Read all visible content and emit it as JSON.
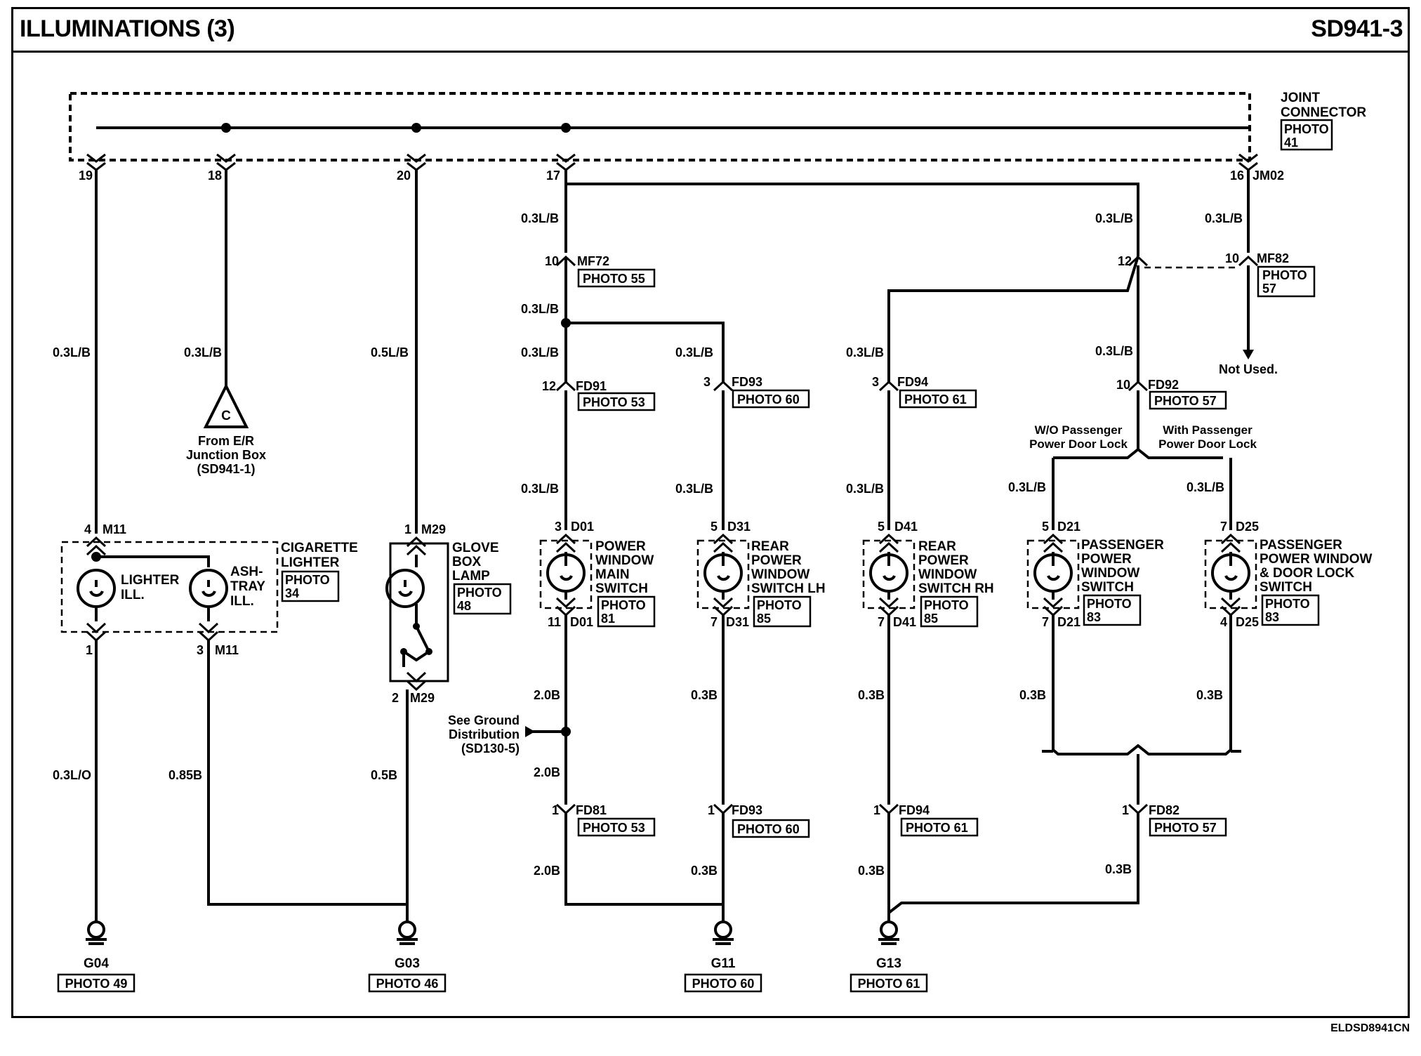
{
  "title": "ILLUMINATIONS (3)",
  "code": "SD941-3",
  "footer": "ELDSD8941CN",
  "joint_connector": {
    "label1": "JOINT",
    "label2": "CONNECTOR",
    "photo": "PHOTO",
    "photo_num": "41",
    "connector": "JM02"
  },
  "top_pins": [
    "19",
    "18",
    "20",
    "17",
    "16"
  ],
  "wires": {
    "w03lb": "0.3L/B",
    "w05lb": "0.5L/B",
    "w03lo": "0.3L/O",
    "w085b": "0.85B",
    "w05b": "0.5B",
    "w20b": "2.0B",
    "w03b": "0.3B"
  },
  "connectors": {
    "mf72": {
      "pin": "10",
      "name": "MF72",
      "photo": "PHOTO 55"
    },
    "mf82": {
      "pin": "10",
      "name": "MF82",
      "photo": "PHOTO",
      "photo_num": "57"
    },
    "fd91": {
      "pin": "12",
      "name": "FD91",
      "photo": "PHOTO 53"
    },
    "fd93": {
      "pin": "3",
      "name": "FD93",
      "photo": "PHOTO 60"
    },
    "fd94": {
      "pin": "3",
      "name": "FD94",
      "photo": "PHOTO 61"
    },
    "fd92": {
      "pin": "10",
      "name": "FD92",
      "photo": "PHOTO 57"
    },
    "splice12": "12",
    "fd81": {
      "pin": "1",
      "name": "FD81",
      "photo": "PHOTO 53"
    },
    "fd93b": {
      "pin": "1",
      "name": "FD93",
      "photo": "PHOTO 60"
    },
    "fd94b": {
      "pin": "1",
      "name": "FD94",
      "photo": "PHOTO 61"
    },
    "fd82": {
      "pin": "1",
      "name": "FD82",
      "photo": "PHOTO 57"
    }
  },
  "from_er": {
    "letter": "C",
    "line1": "From E/R",
    "line2": "Junction Box",
    "line3": "(SD941-1)"
  },
  "not_used": "Not Used.",
  "options": {
    "wo": [
      "W/O Passenger",
      "Power Door Lock"
    ],
    "with": [
      "With Passenger",
      "Power Door Lock"
    ]
  },
  "ground_ref": [
    "See Ground",
    "Distribution",
    "(SD130-5)"
  ],
  "cig": {
    "pin_top": "4",
    "conn_top": "M11",
    "pin_b1": "1",
    "pin_b2": "3",
    "conn_b": "M11",
    "title1": "CIGARETTE",
    "title2": "LIGHTER",
    "photo": "PHOTO",
    "photo_num": "34",
    "lamp1_a": "LIGHTER",
    "lamp1_b": "ILL.",
    "lamp2_a": "ASH-",
    "lamp2_b": "TRAY",
    "lamp2_c": "ILL."
  },
  "glove": {
    "pin_top": "1",
    "conn_top": "M29",
    "pin_bot": "2",
    "conn_bot": "M29",
    "l1": "GLOVE",
    "l2": "BOX",
    "l3": "LAMP",
    "photo": "PHOTO",
    "photo_num": "48"
  },
  "switches": [
    {
      "pin_top": "3",
      "conn": "D01",
      "pin_bot": "11",
      "lines": [
        "POWER",
        "WINDOW",
        "MAIN",
        "SWITCH"
      ],
      "photo": "PHOTO",
      "photo_num": "81"
    },
    {
      "pin_top": "5",
      "conn": "D31",
      "pin_bot": "7",
      "lines": [
        "REAR",
        "POWER",
        "WINDOW",
        "SWITCH LH"
      ],
      "photo": "PHOTO",
      "photo_num": "85"
    },
    {
      "pin_top": "5",
      "conn": "D41",
      "pin_bot": "7",
      "lines": [
        "REAR",
        "POWER",
        "WINDOW",
        "SWITCH RH"
      ],
      "photo": "PHOTO",
      "photo_num": "85"
    },
    {
      "pin_top": "5",
      "conn": "D21",
      "pin_bot": "7",
      "lines": [
        "PASSENGER",
        "POWER",
        "WINDOW",
        "SWITCH"
      ],
      "photo": "PHOTO",
      "photo_num": "83"
    },
    {
      "pin_top": "7",
      "conn": "D25",
      "pin_bot": "4",
      "lines": [
        "PASSENGER",
        "POWER WINDOW",
        "& DOOR LOCK",
        "SWITCH"
      ],
      "photo": "PHOTO",
      "photo_num": "83"
    }
  ],
  "grounds": [
    {
      "name": "G04",
      "photo": "PHOTO 49"
    },
    {
      "name": "G03",
      "photo": "PHOTO 46"
    },
    {
      "name": "G11",
      "photo": "PHOTO 60"
    },
    {
      "name": "G13",
      "photo": "PHOTO 61"
    }
  ]
}
